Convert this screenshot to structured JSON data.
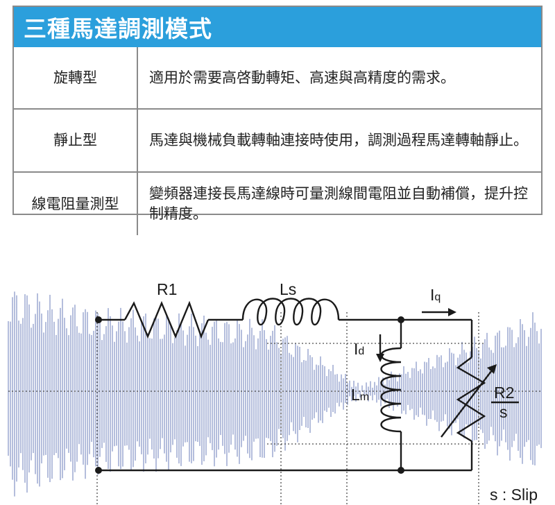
{
  "title": "三種馬達調測模式",
  "modes": [
    {
      "name": "旋轉型",
      "desc": "適用於需要高啓動轉矩、高速與高精度的需求。"
    },
    {
      "name": "靜止型",
      "desc": "馬達與機械負載轉軸連接時使用，調測過程馬達轉軸靜止。"
    },
    {
      "name": "線電阻量測型",
      "desc": "變頻器連接長馬達線時可量測線間電阻並自動補償，提升控制精度。"
    }
  ],
  "circuit": {
    "r1": "R1",
    "ls": "Ls",
    "iq": "I",
    "iq_sub": "q",
    "id": "I",
    "id_sub": "d",
    "lm": "L",
    "lm_sub": "m",
    "r2": "R2",
    "r2_den": "s",
    "slip_note": "s : Slip"
  },
  "colors": {
    "header": "#2b9fdc",
    "wave": "#6f82bd",
    "border": "#8a8a8a"
  }
}
